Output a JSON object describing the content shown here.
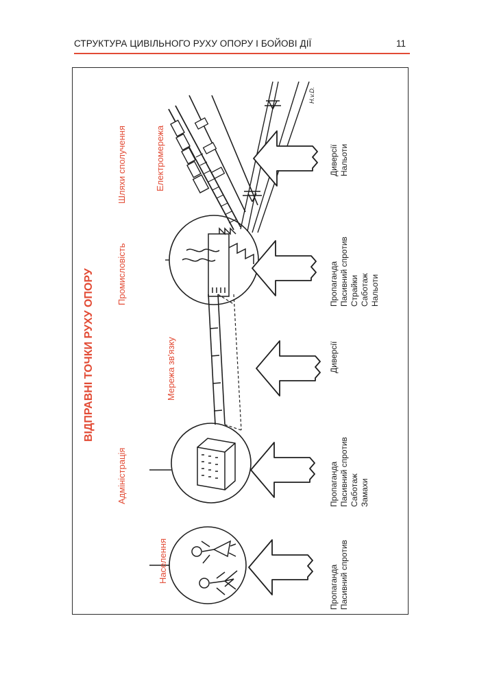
{
  "header": {
    "title": "СТРУКТУРА ЦИВІЛЬНОГО РУХУ ОПОРУ І БОЙОВІ ДІЇ",
    "page_number": "11"
  },
  "figure": {
    "title": "ВІДПРАВНІ ТОЧКИ  РУХУ ОПОРУ",
    "signature": "Н.v.D.",
    "colors": {
      "accent": "#e24b35",
      "ink": "#1f1f1f"
    },
    "targets": {
      "population": {
        "label": "Населення",
        "actions": [
          "Пропаганда",
          "Пасивний спротив"
        ]
      },
      "administration": {
        "label": "Адміністрація",
        "actions": [
          "Пропаганда",
          "Пасивний спротив",
          "Саботаж",
          "Замахи"
        ]
      },
      "communication_network": {
        "label": "Мережа зв'язку",
        "actions": [
          "Диверсії"
        ]
      },
      "industry": {
        "label": "Промисловість",
        "actions": [
          "Пропаганда",
          "Пасивний спротив",
          "Страйки",
          "Саботаж",
          "Нальоти"
        ]
      },
      "transport_routes": {
        "label": "Шляхи сполучення"
      },
      "power_grid": {
        "label": "Електромережа",
        "actions": [
          "Диверсії",
          "Нальоти"
        ]
      }
    }
  }
}
